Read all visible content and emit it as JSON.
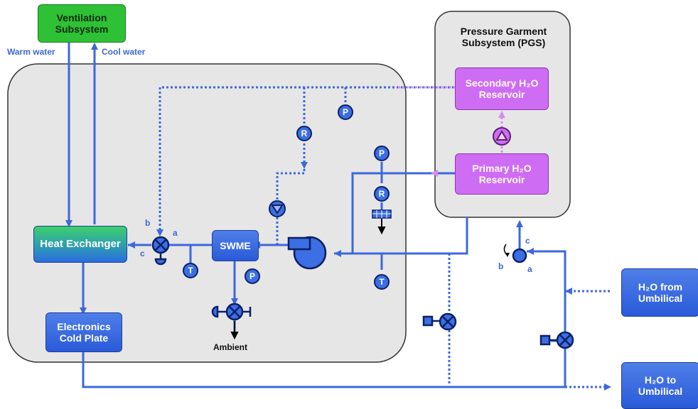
{
  "components": {
    "ventilation": "Ventilation Subsystem",
    "pgs": "Pressure Garment Subsystem (PGS)",
    "secondary_reservoir": "Secondary H₂O Reservoir",
    "primary_reservoir": "Primary H₂O Reservoir",
    "heat_exchanger": "Heat Exchanger",
    "swme": "SWME",
    "cold_plate": "Electronics Cold Plate",
    "h2o_from_umbilical": "H₂O from Umbilical",
    "h2o_to_umbilical": "H₂O to Umbilical"
  },
  "labels": {
    "warm_water": "Warm water",
    "cool_water": "Cool water",
    "ambient": "Ambient",
    "port_a1": "a",
    "port_b1": "b",
    "port_c1": "c",
    "port_a2": "a",
    "port_b2": "b",
    "port_c2": "c"
  },
  "instruments": {
    "p1": "P",
    "r1": "R",
    "p2": "P",
    "r2": "R",
    "p3": "P",
    "t1": "T",
    "t2": "T"
  },
  "colors": {
    "line": "#3c68dc",
    "secondary_line": "#d58cf0",
    "panel": "#e6e6e6",
    "panel_border": "#333333"
  }
}
